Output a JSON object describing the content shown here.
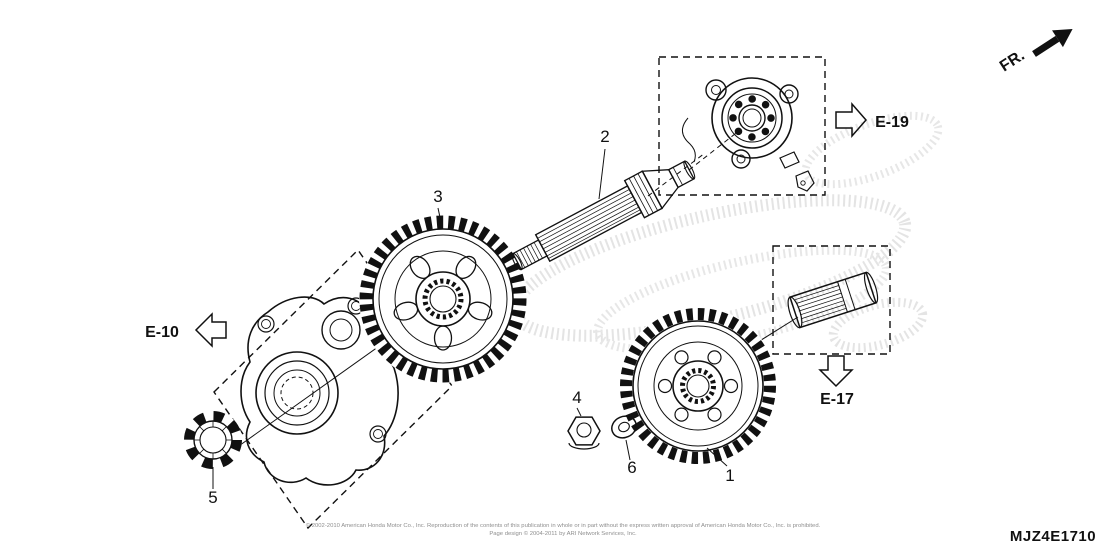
{
  "diagram": {
    "code": "MJZ4E1710",
    "direction": "FR."
  },
  "callouts": [
    {
      "label": "1"
    },
    {
      "label": "2"
    },
    {
      "label": "3"
    },
    {
      "label": "4"
    },
    {
      "label": "5"
    },
    {
      "label": "6"
    }
  ],
  "references": {
    "e10": {
      "label": "E-10"
    },
    "e17": {
      "label": "E-17"
    },
    "e19": {
      "label": "E-19"
    }
  },
  "footer": {
    "line1": "© 2002-2010 American Honda Motor Co., Inc. Reproduction of the contents of this publication in whole or in part without the express written approval of American Honda Motor Co., Inc. is prohibited.",
    "line2": "Page design © 2004-2011 by ARI Network Services, Inc."
  },
  "colors": {
    "line": "#111111",
    "watermark": "#e3e3e3"
  }
}
